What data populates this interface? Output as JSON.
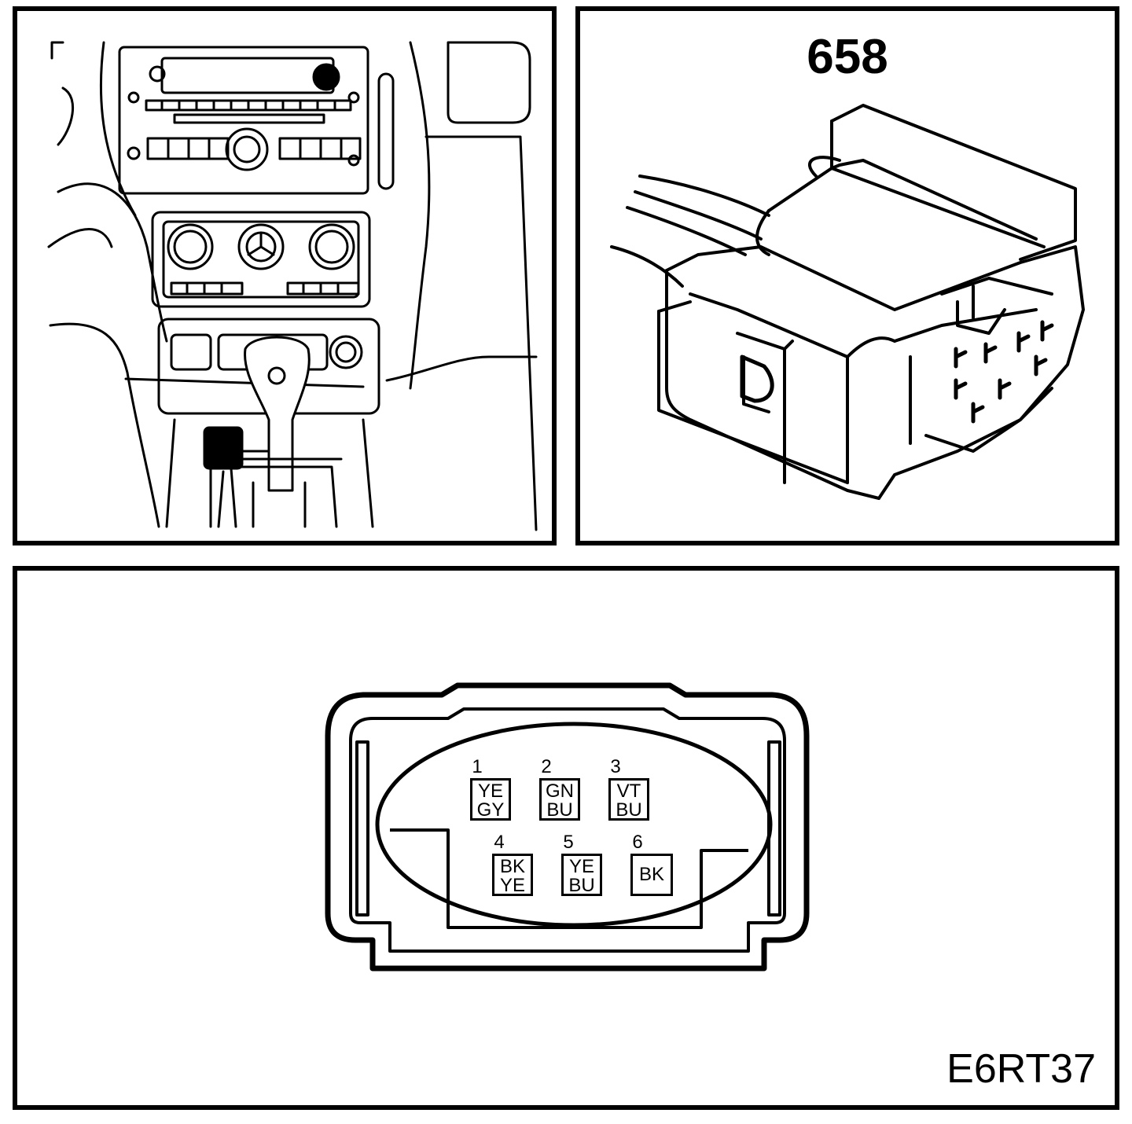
{
  "connector_number": "658",
  "figure_reference": "E6RT37",
  "pins": [
    {
      "number": "1",
      "color_line1": "YE",
      "color_line2": "GY"
    },
    {
      "number": "2",
      "color_line1": "GN",
      "color_line2": "BU"
    },
    {
      "number": "3",
      "color_line1": "VT",
      "color_line2": "BU"
    },
    {
      "number": "4",
      "color_line1": "BK",
      "color_line2": "YE"
    },
    {
      "number": "5",
      "color_line1": "YE",
      "color_line2": "BU"
    },
    {
      "number": "6",
      "color_line1": "BK",
      "color_line2": ""
    }
  ]
}
